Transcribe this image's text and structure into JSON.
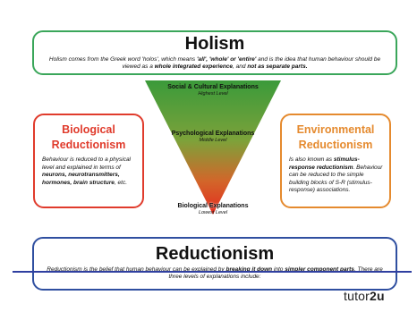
{
  "holism": {
    "title": "Holism",
    "desc_a": "Holism comes from the Greek word 'holos', which means ",
    "desc_b": "'all', 'whole' or 'entire'",
    "desc_c": " and is the idea that human behaviour should be viewed as a ",
    "desc_d": "whole integrated experience",
    "desc_e": ", and ",
    "desc_f": "not as separate parts."
  },
  "biological": {
    "title": "Biological Reductionism",
    "body_a": "Behaviour is reduced to a physical level and explained in terms of ",
    "body_b": "neurons, neurotransmitters, hormones, brain structure",
    "body_c": ", etc."
  },
  "environmental": {
    "title": "Environmental Reductionism",
    "body_a": "Is also known as ",
    "body_b": "stimulus-response reductionism",
    "body_c": ". Behaviour can be reduced to the simple building blocks of S-R (stimulus-response) associations."
  },
  "levels": [
    {
      "title": "Social & Cultural Explanations",
      "sub": "Highest Level"
    },
    {
      "title": "Psychological Explanations",
      "sub": "Middle Level"
    },
    {
      "title": "Biological Explanations",
      "sub": "Lowest Level"
    }
  ],
  "reductionism": {
    "title": "Reductionism",
    "desc_a": "Reductionism is the belief that human behaviour can be explained by ",
    "desc_b": "breaking it down",
    "desc_c": " into ",
    "desc_d": "simpler component parts",
    "desc_e": ". There are three levels of explanations include:"
  },
  "logo": {
    "text_a": "tutor",
    "text_b": "2u"
  },
  "colors": {
    "holism_border": "#3aa65a",
    "bio_accent": "#e03b2c",
    "env_accent": "#e58a2e",
    "reduct_border": "#2f4fa0",
    "pyramid_top": "#3a9a3a",
    "pyramid_bottom": "#e52b1f"
  }
}
